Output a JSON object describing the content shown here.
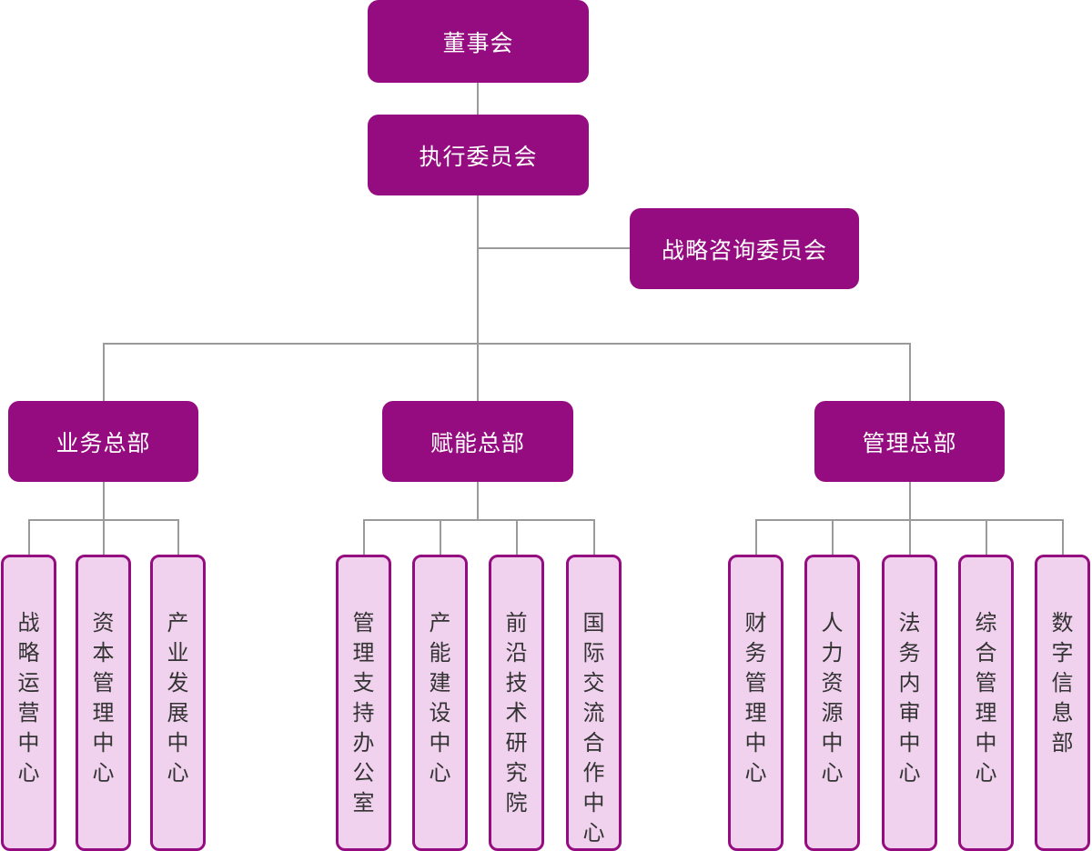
{
  "board": "董事会",
  "executive": "执行委员会",
  "advisory": "战略咨询委员会",
  "groups": [
    {
      "title": "业务总部",
      "units": [
        "战略运营中心",
        "资本管理中心",
        "产业发展中心"
      ]
    },
    {
      "title": "赋能总部",
      "units": [
        "管理支持办公室",
        "产能建设中心",
        "前沿技术研究院",
        "国际交流合作中心"
      ]
    },
    {
      "title": "管理总部",
      "units": [
        "财务管理中心",
        "人力资源中心",
        "法务内审中心",
        "综合管理中心",
        "数字信息部"
      ]
    }
  ],
  "colors": {
    "primary": "#950c80",
    "leaf_fill": "#f0d2ee",
    "connector": "#9a9a9a"
  }
}
